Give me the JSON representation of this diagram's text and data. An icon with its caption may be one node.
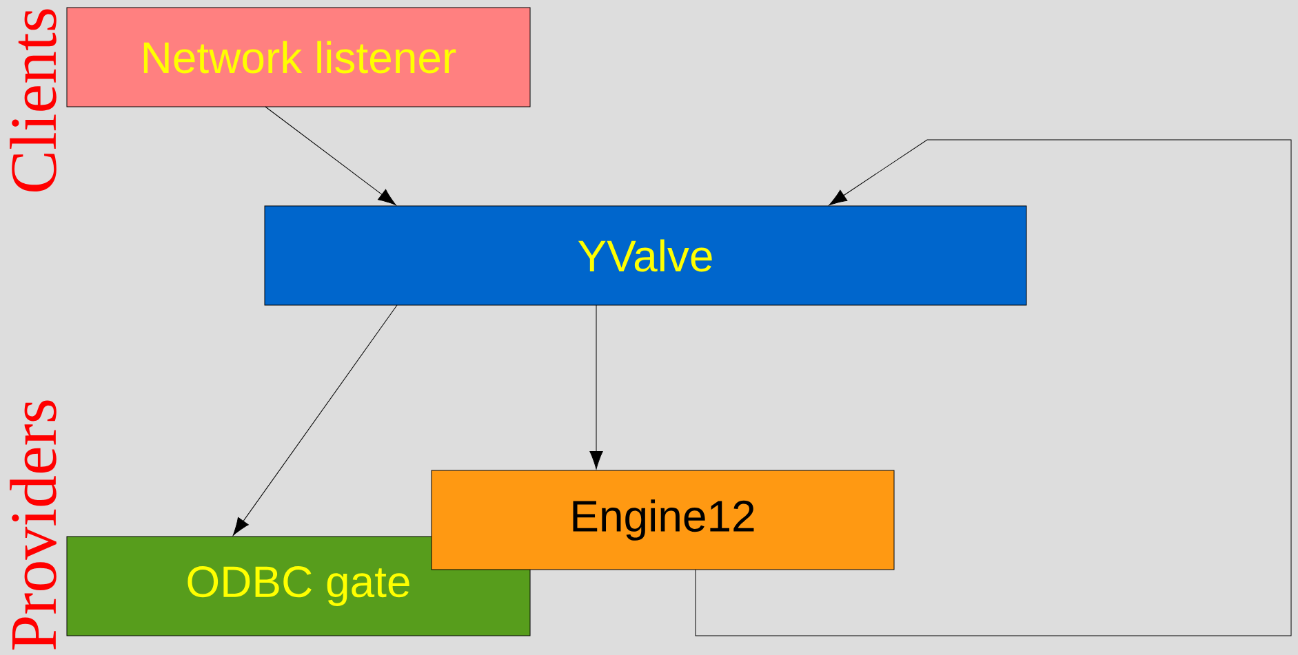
{
  "diagram": {
    "nodes": [
      {
        "text": [
          "Network listener"
        ]
      },
      {
        "text": [
          "YValve"
        ]
      },
      {
        "text": [
          "Engine12"
        ]
      },
      {
        "text": [
          "ODBC gate"
        ]
      }
    ],
    "edges": [
      {
        "from": 0,
        "to": 1,
        "arrow": "to"
      },
      {
        "from": 1,
        "to": 3,
        "arrow": "to"
      },
      {
        "from": 1,
        "to": 2,
        "arrow": "to"
      },
      {
        "from": 2,
        "to": 1,
        "arrow": "to"
      }
    ],
    "labels": [
      "Clients",
      "Providers"
    ]
  }
}
